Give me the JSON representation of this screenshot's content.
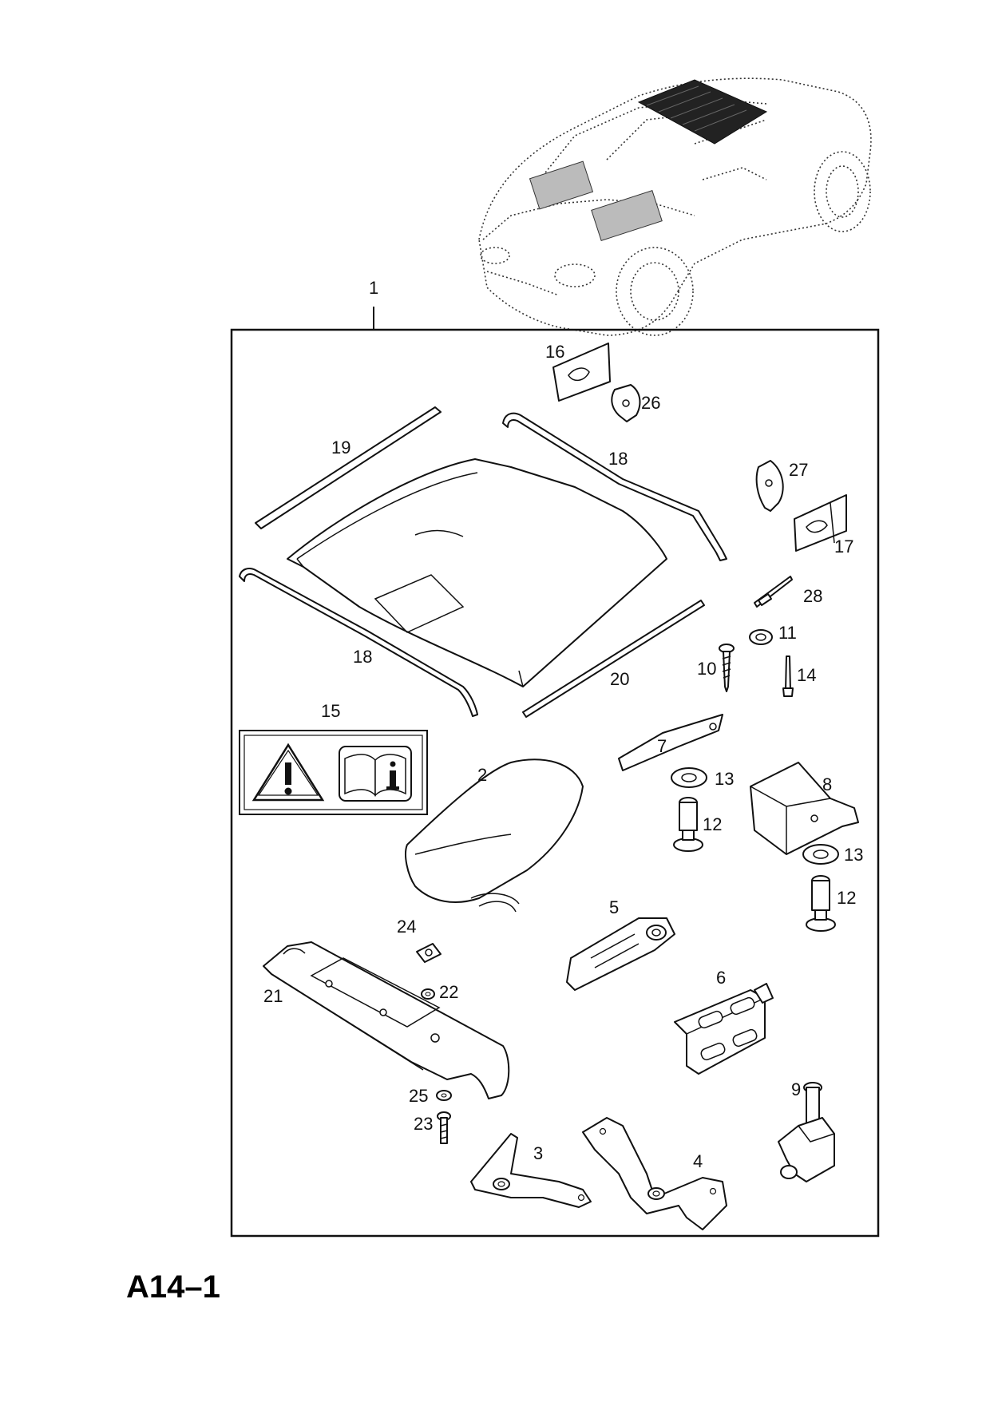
{
  "page": {
    "reference": "A14–1"
  },
  "assembly": {
    "number": "1"
  },
  "callouts": [
    {
      "id": "16",
      "label": "16"
    },
    {
      "id": "26",
      "label": "26"
    },
    {
      "id": "19",
      "label": "19"
    },
    {
      "id": "18a",
      "label": "18"
    },
    {
      "id": "27",
      "label": "27"
    },
    {
      "id": "17",
      "label": "17"
    },
    {
      "id": "28",
      "label": "28"
    },
    {
      "id": "11",
      "label": "11"
    },
    {
      "id": "10",
      "label": "10"
    },
    {
      "id": "14",
      "label": "14"
    },
    {
      "id": "18b",
      "label": "18"
    },
    {
      "id": "20",
      "label": "20"
    },
    {
      "id": "15",
      "label": "15"
    },
    {
      "id": "7",
      "label": "7"
    },
    {
      "id": "2",
      "label": "2"
    },
    {
      "id": "13a",
      "label": "13"
    },
    {
      "id": "8",
      "label": "8"
    },
    {
      "id": "12a",
      "label": "12"
    },
    {
      "id": "13b",
      "label": "13"
    },
    {
      "id": "12b",
      "label": "12"
    },
    {
      "id": "24",
      "label": "24"
    },
    {
      "id": "5",
      "label": "5"
    },
    {
      "id": "22",
      "label": "22"
    },
    {
      "id": "21",
      "label": "21"
    },
    {
      "id": "6",
      "label": "6"
    },
    {
      "id": "25",
      "label": "25"
    },
    {
      "id": "9",
      "label": "9"
    },
    {
      "id": "23",
      "label": "23"
    },
    {
      "id": "3",
      "label": "3"
    },
    {
      "id": "4",
      "label": "4"
    }
  ]
}
